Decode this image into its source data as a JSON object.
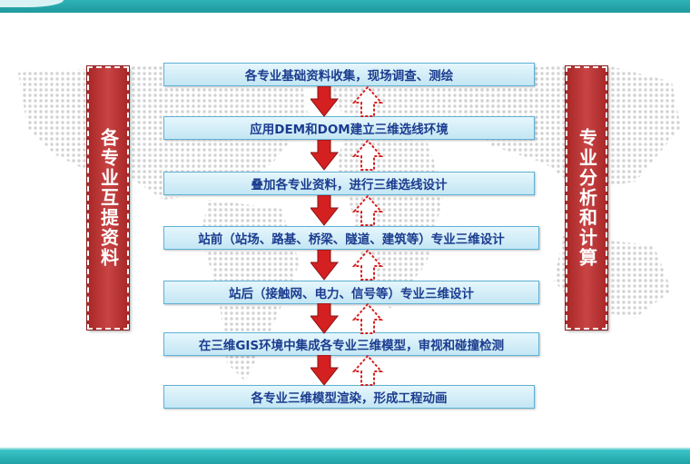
{
  "left_label": "各专业互提资料",
  "right_label": "专业分析和计算",
  "steps": [
    {
      "label": "各专业基础资料收集，现场调查、测绘"
    },
    {
      "label": "应用DEM和DOM建立三维选线环境"
    },
    {
      "label": "叠加各专业资料，进行三维选线设计"
    },
    {
      "label": "站前（站场、路基、桥梁、隧道、建筑等）专业三维设计"
    },
    {
      "label": "站后（接触网、电力、信号等）专业三维设计"
    },
    {
      "label": "在三维GIS环境中集成各专业三维模型，审视和碰撞检测"
    },
    {
      "label": "各专业三维模型渲染，形成工程动画"
    }
  ],
  "colors": {
    "teal_bar": "#1fa3a7",
    "side_box": "#b83232",
    "step_fill": "#d4eef8",
    "step_border": "#5fb2d6",
    "step_text": "#1b3c8f",
    "down_arrow": "#d42020",
    "up_arrow_outline": "#d42020"
  }
}
